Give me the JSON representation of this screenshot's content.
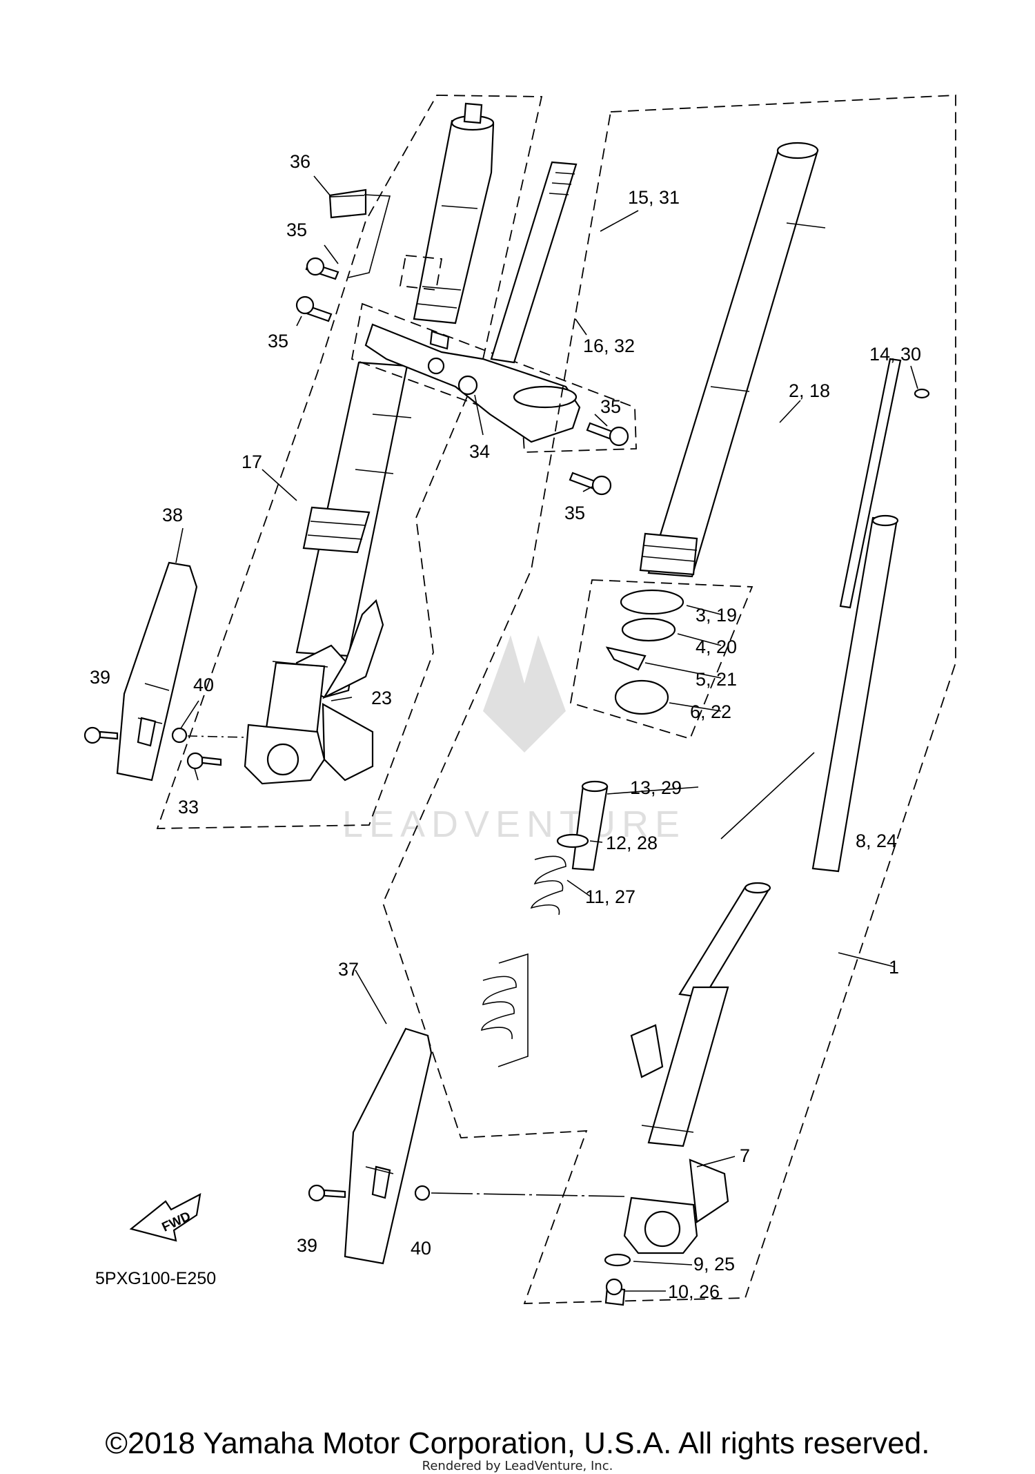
{
  "diagram_code": "5PXG100-E250",
  "fwd_label": "FWD",
  "watermark": "LEADVENTURE",
  "copyright": "©2018 Yamaha Motor Corporation, U.S.A. All rights reserved.",
  "rendered_by": "Rendered by LeadVenture, Inc.",
  "part_labels": {
    "p36": "36",
    "p35a": "35",
    "p35b": "35",
    "p35c": "35",
    "p35d": "35",
    "p34": "34",
    "p17": "17",
    "p38": "38",
    "p39a": "39",
    "p40a": "40",
    "p23": "23",
    "p33": "33",
    "p15_31": "15, 31",
    "p16_32": "16, 32",
    "p14_30": "14, 30",
    "p2_18": "2, 18",
    "p3_19": "3, 19",
    "p4_20": "4, 20",
    "p5_21": "5, 21",
    "p6_22": "6, 22",
    "p8_24": "8, 24",
    "p13_29": "13, 29",
    "p12_28": "12, 28",
    "p11_27": "11, 27",
    "p1": "1",
    "p37": "37",
    "p7": "7",
    "p39b": "39",
    "p40b": "40",
    "p9_25": "9, 25",
    "p10_26": "10, 26"
  }
}
